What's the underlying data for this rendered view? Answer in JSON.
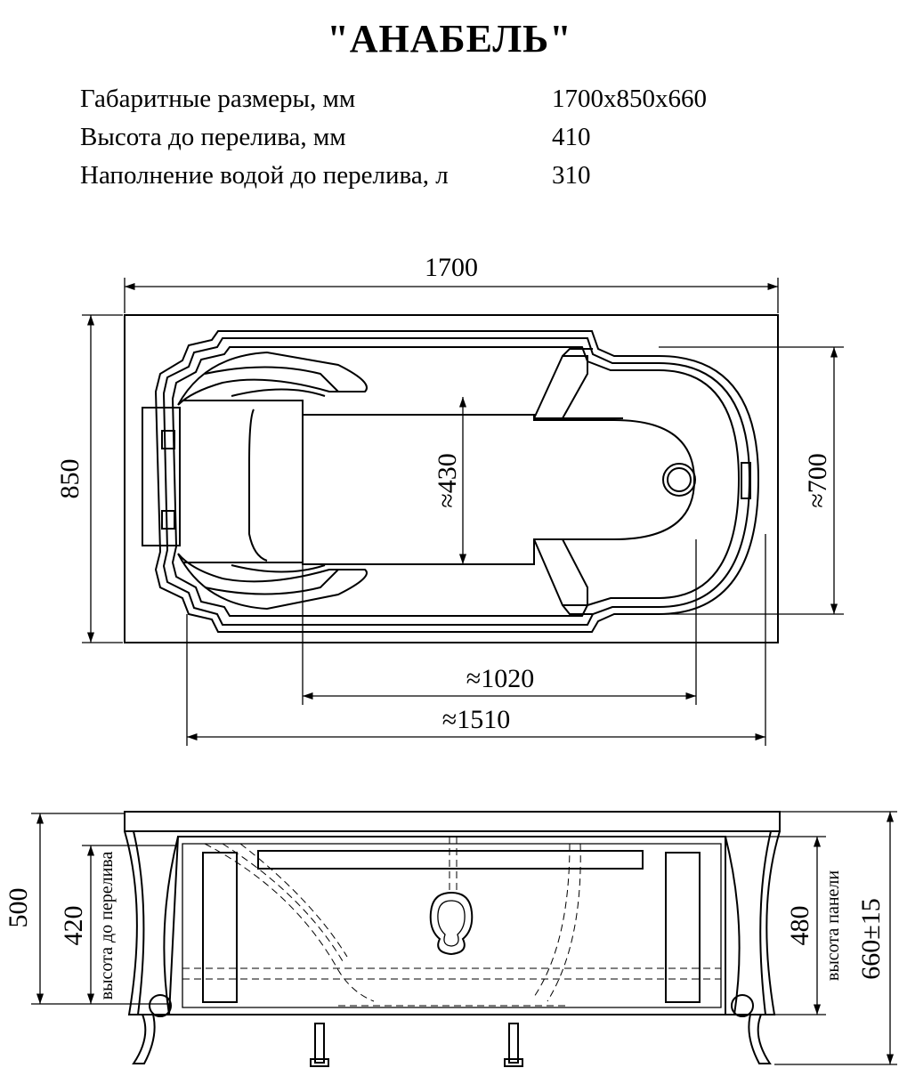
{
  "title": "\"АНАБЕЛЬ\"",
  "specs": [
    {
      "label": "Габаритные размеры, мм",
      "value": "1700x850x660"
    },
    {
      "label": "Высота до перелива, мм",
      "value": "410"
    },
    {
      "label": "Наполнение водой до перелива, л",
      "value": "310"
    }
  ],
  "top_view": {
    "length": "1700",
    "width": "850",
    "inner_width": "≈430",
    "inner_width_outer": "≈700",
    "inner_length": "≈1020",
    "inner_length_outer": "≈1510"
  },
  "front_view": {
    "height_500": "500",
    "height_420": "420",
    "label_overflow": "высота до перелива",
    "height_480": "480",
    "label_panel": "высота панели",
    "height_total": "660±15"
  }
}
